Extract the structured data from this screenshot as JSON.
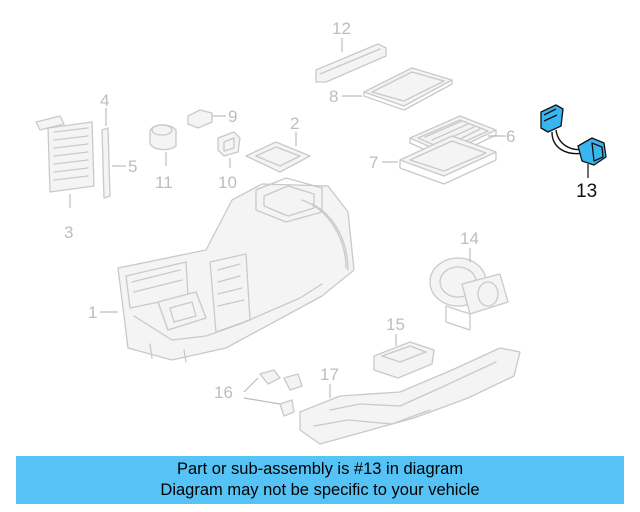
{
  "labels": {
    "p1": "1",
    "p2": "2",
    "p3": "3",
    "p4": "4",
    "p5": "5",
    "p6": "6",
    "p7": "7",
    "p8": "8",
    "p9": "9",
    "p10": "10",
    "p11": "11",
    "p12": "12",
    "p13": "13",
    "p14": "14",
    "p15": "15",
    "p16": "16",
    "p17": "17"
  },
  "highlighted_part": "13",
  "banner": {
    "line1": "Part or sub-assembly is #13 in diagram",
    "line2": "Diagram may not be specific to your vehicle",
    "color": "#55c3f5"
  },
  "colors": {
    "highlight": "#38b6f0",
    "muted": "#c9c9c9"
  }
}
